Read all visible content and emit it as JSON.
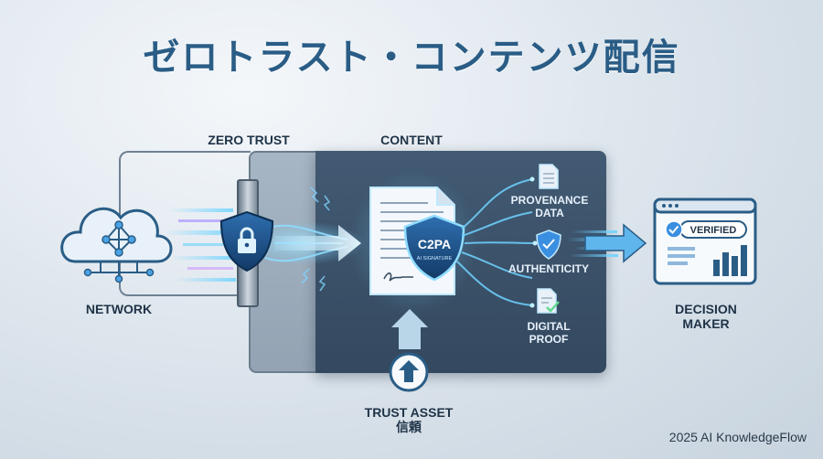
{
  "title": "ゼロトラスト・コンテンツ配信",
  "labels": {
    "zero_trust": "ZERO TRUST",
    "content": "CONTENT",
    "network": "NETWORK",
    "provenance_line1": "PROVENANCE",
    "provenance_line2": "DATA",
    "authenticity": "AUTHENTICITY",
    "digital_line1": "DIGITAL",
    "digital_line2": "PROOF",
    "decision_line1": "DECISION",
    "decision_line2": "MAKER",
    "trust_asset": "TRUST ASSET",
    "trust_asset_jp": "信頼"
  },
  "shield": {
    "main": "C2PA",
    "sub": "AI SIGNATURE"
  },
  "verified": "VERIFIED",
  "footer": "2025 AI KnowledgeFlow",
  "colors": {
    "accent": "#2a5d86",
    "glow": "#6fd3ff",
    "shield": "#1e4f86",
    "panel": "#3b5169",
    "check": "#3b8fe0"
  },
  "icons": [
    "cloud-network-icon",
    "lock-shield-icon",
    "document-icon",
    "c2pa-shield-icon",
    "provenance-document-icon",
    "authenticity-shield-icon",
    "proof-document-icon",
    "up-arrow-icon",
    "verified-dashboard-icon"
  ]
}
